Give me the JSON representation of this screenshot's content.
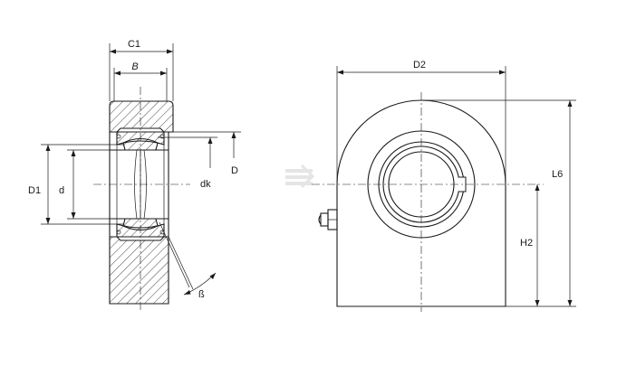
{
  "labels": {
    "C1": "C1",
    "B": "B",
    "D1": "D1",
    "d": "d",
    "dk": "dk",
    "D": "D",
    "beta": "ß",
    "D2": "D2",
    "L6": "L6",
    "H2": "H2"
  },
  "colors": {
    "line": "#1a1a1a",
    "background": "#ffffff",
    "watermark": "#d0d0d0"
  }
}
